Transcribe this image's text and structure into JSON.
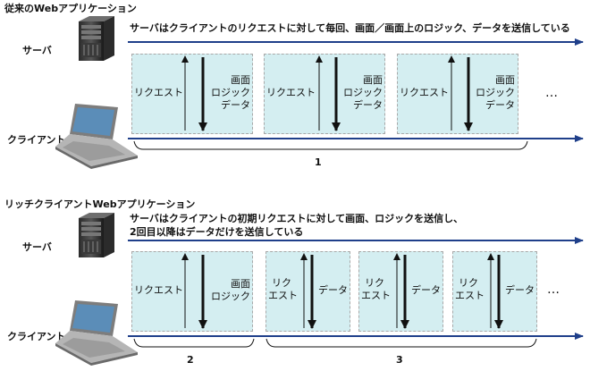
{
  "section1": {
    "title": "従来のWebアプリケーション",
    "description": "サーバはクライアントのリクエストに対して毎回、画面／画面上のロジック、データを送信している",
    "server_label": "サーバ",
    "client_label": "クライアント",
    "boxes": [
      {
        "request": "リクエスト",
        "response": "画面\nロジック\nデータ"
      },
      {
        "request": "リクエスト",
        "response": "画面\nロジック\nデータ"
      },
      {
        "request": "リクエスト",
        "response": "画面\nロジック\nデータ"
      }
    ],
    "ellipsis": "…",
    "bracket_label": "1"
  },
  "section2": {
    "title": "リッチクライアントWebアプリケーション",
    "description_line1": "サーバはクライアントの初期リクエストに対して画面、ロジックを送信し、",
    "description_line2": "2回目以降はデータだけを送信している",
    "server_label": "サーバ",
    "client_label": "クライアント",
    "first_box": {
      "request": "リクエスト",
      "response": "画面\nロジック"
    },
    "data_boxes": [
      {
        "request": "リク\nエスト",
        "response": "データ"
      },
      {
        "request": "リク\nエスト",
        "response": "データ"
      },
      {
        "request": "リク\nエスト",
        "response": "データ"
      }
    ],
    "ellipsis": "…",
    "bracket1_label": "2",
    "bracket2_label": "3"
  },
  "colors": {
    "timeline": "#1f3f8a",
    "box_fill": "#d4eef1",
    "arrow": "#111111"
  },
  "icons": [
    "server-tower-icon",
    "laptop-icon"
  ]
}
